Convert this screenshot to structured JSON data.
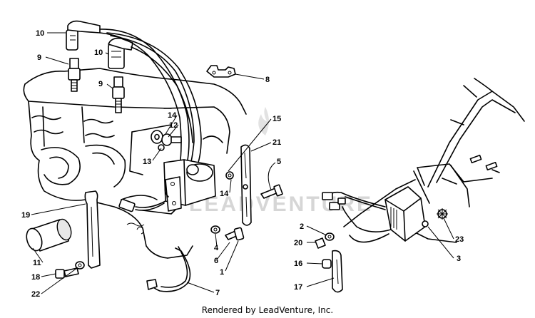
{
  "watermark": "LEADVENTURE",
  "credit": "Rendered by LeadVenture, Inc.",
  "callouts": {
    "n1": "1",
    "n2": "2",
    "n3": "3",
    "n4": "4",
    "n5": "5",
    "n6": "6",
    "n7": "7",
    "n8": "8",
    "n9a": "9",
    "n9b": "9",
    "n10a": "10",
    "n10b": "10",
    "n11": "11",
    "n12": "12",
    "n13": "13",
    "n14a": "14",
    "n14b": "14",
    "n15": "15",
    "n16": "16",
    "n17": "17",
    "n18": "18",
    "n19": "19",
    "n20": "20",
    "n21": "21",
    "n22": "22",
    "n23": "23"
  }
}
